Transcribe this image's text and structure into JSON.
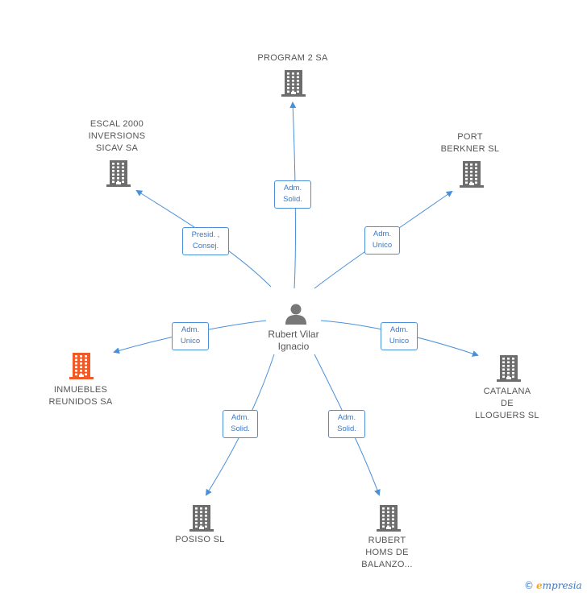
{
  "center": {
    "line1": "Rubert Vilar",
    "line2": "Ignacio"
  },
  "companies": {
    "program2": {
      "lines": [
        "PROGRAM 2 SA"
      ],
      "color": "#6d6d6d"
    },
    "escal": {
      "lines": [
        "ESCAL 2000",
        "INVERSIONS",
        "SICAV SA"
      ],
      "color": "#6d6d6d"
    },
    "port": {
      "lines": [
        "PORT",
        "BERKNER SL"
      ],
      "color": "#6d6d6d"
    },
    "inmuebles": {
      "lines": [
        "INMUEBLES",
        "REUNIDOS SA"
      ],
      "color": "#f05a28"
    },
    "catalana": {
      "lines": [
        "CATALANA",
        "DE",
        "LLOGUERS SL"
      ],
      "color": "#6d6d6d"
    },
    "posiso": {
      "lines": [
        "POSISO SL"
      ],
      "color": "#6d6d6d"
    },
    "rubert": {
      "lines": [
        "RUBERT",
        "HOMS DE",
        "BALANZO..."
      ],
      "color": "#6d6d6d"
    }
  },
  "roles": {
    "program2": [
      "Adm.",
      "Solid."
    ],
    "escal": [
      "Presid. ,",
      "Consej."
    ],
    "port": [
      "Adm.",
      "Unico"
    ],
    "inmuebles": [
      "Adm.",
      "Unico"
    ],
    "catalana": [
      "Adm.",
      "Unico"
    ],
    "posiso": [
      "Adm.",
      "Solid."
    ],
    "rubert": [
      "Adm.",
      "Solid."
    ]
  },
  "brand": {
    "symbol": "©",
    "initial": "e",
    "rest": "mpresia"
  },
  "colors": {
    "edge": "#4a90d9",
    "building": "#6d6d6d",
    "highlight": "#f05a28",
    "person": "#777777"
  }
}
